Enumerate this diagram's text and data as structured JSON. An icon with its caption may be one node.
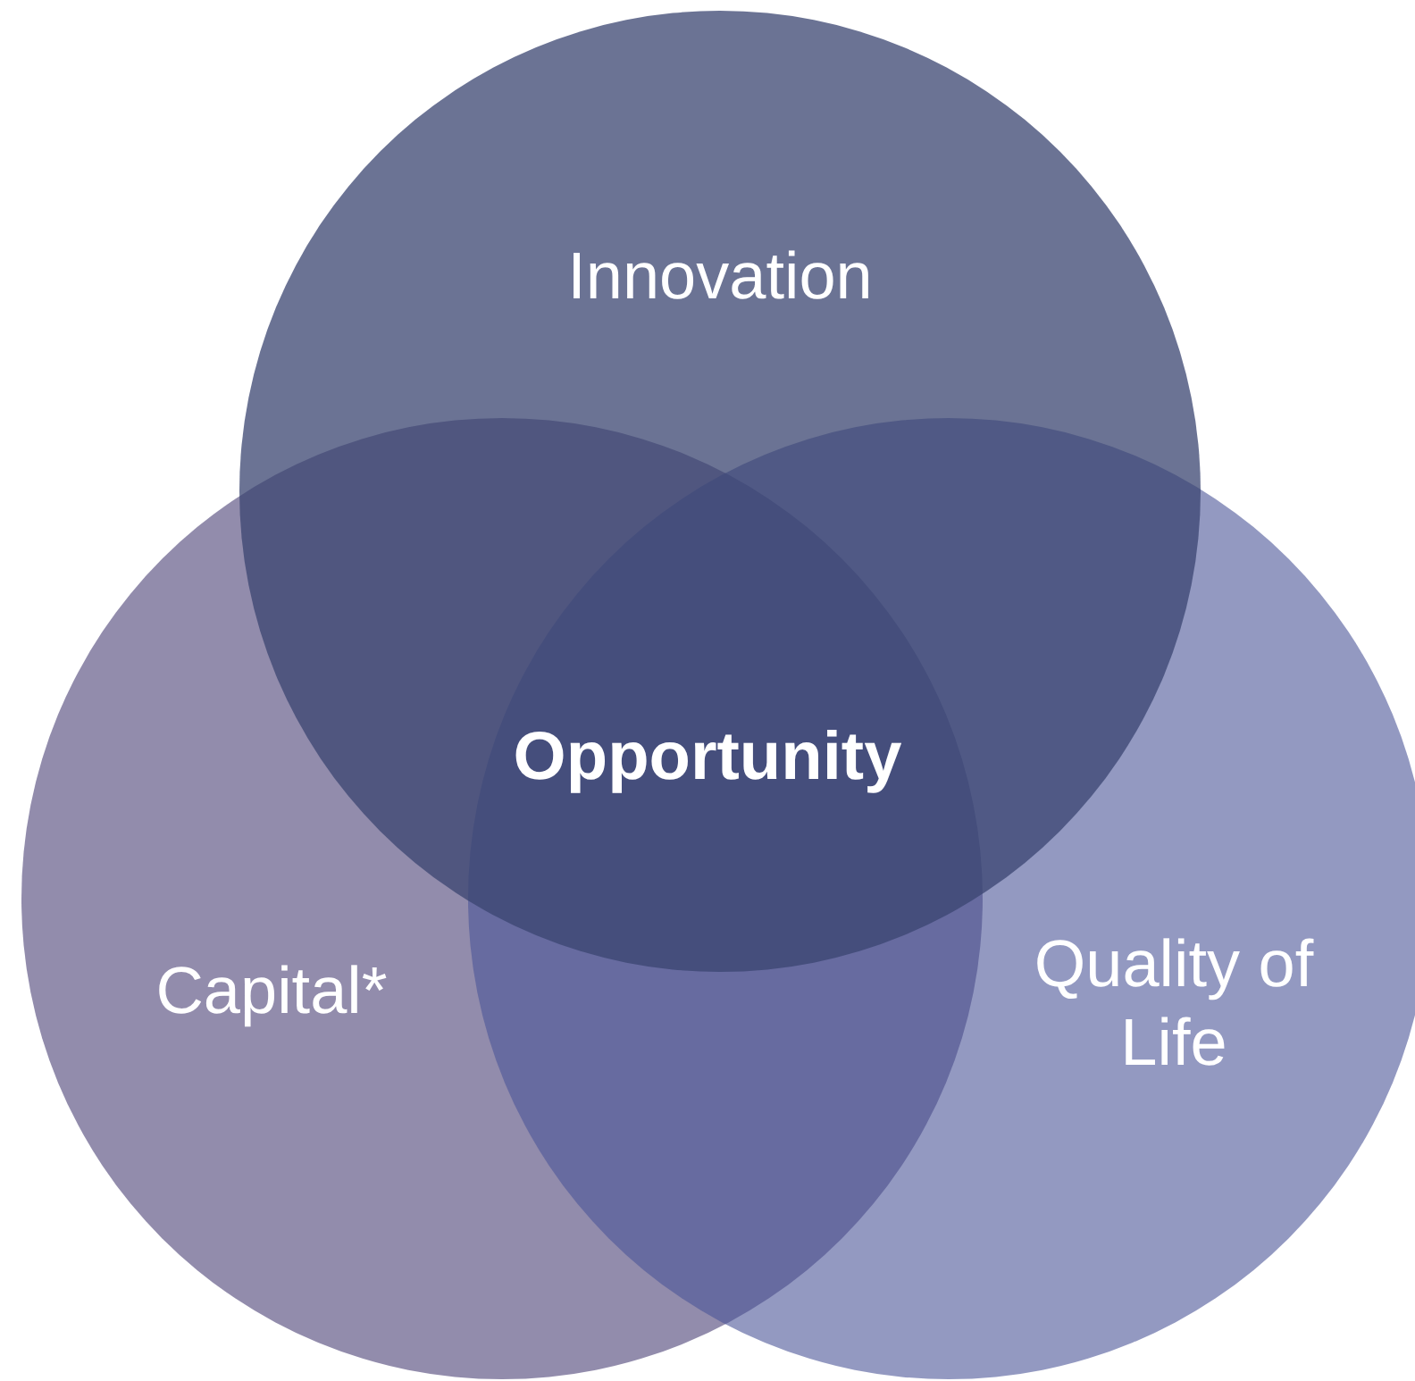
{
  "diagram": {
    "nodes": [
      {
        "text": [
          "Innovation"
        ]
      },
      {
        "text": [
          "Capital*"
        ]
      },
      {
        "text": [
          "Quality of Life"
        ]
      }
    ],
    "labels": [
      "Opportunity"
    ]
  }
}
